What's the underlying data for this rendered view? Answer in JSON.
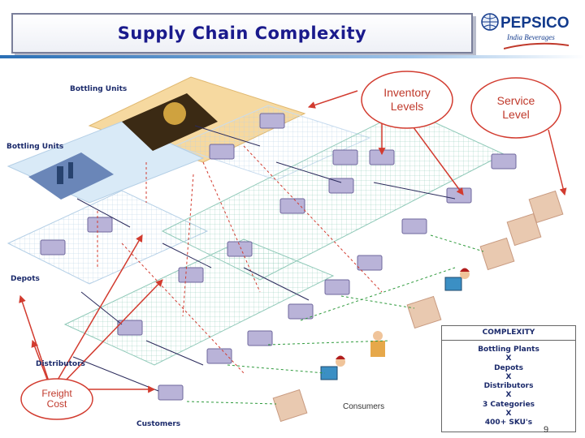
{
  "title": "Supply Chain Complexity",
  "logo": {
    "name": "PEPSICO",
    "subtitle": "India Beverages"
  },
  "labels": {
    "bottling_units_top": "Bottling Units",
    "bottling_units_left": "Bottling Units",
    "depots": "Depots",
    "distributors": "Distributors",
    "customers": "Customers",
    "consumers": "Consumers"
  },
  "ellipses": {
    "inventory": [
      "Inventory",
      "Levels"
    ],
    "service": [
      "Service",
      "Level"
    ],
    "freight": [
      "Freight",
      "Cost"
    ]
  },
  "complexity_box": {
    "header": "COMPLEXITY",
    "lines": [
      "Bottling Plants",
      "X",
      "Depots",
      "X",
      "Distributors",
      "X",
      "3 Categories",
      "X",
      "400+ SKU's"
    ]
  },
  "page_number": "9",
  "colors": {
    "title": "#1a1a8c",
    "accent_red": "#c0392b",
    "label": "#1b2a6b"
  }
}
